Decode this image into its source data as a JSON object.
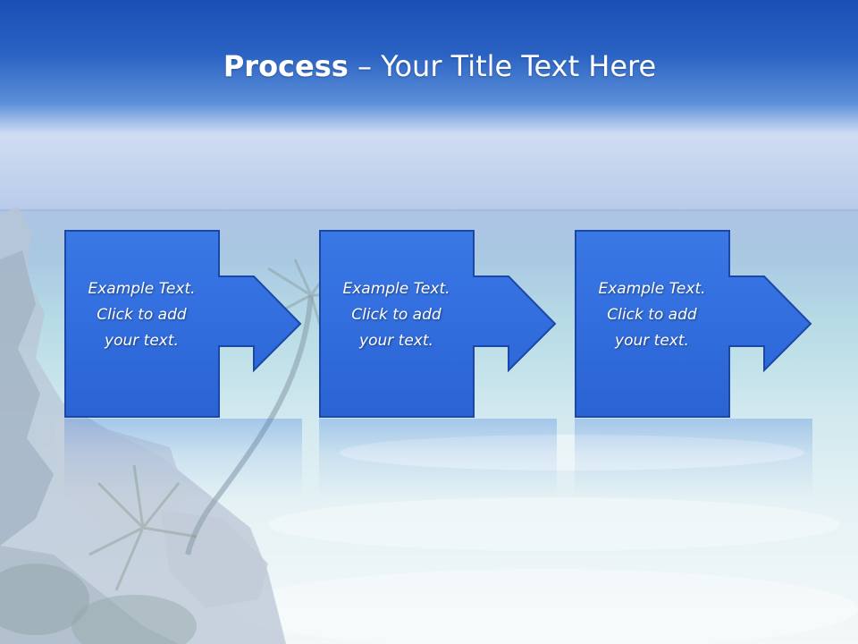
{
  "slide": {
    "title_bold": "Process",
    "title_rest": " – Your Title Text Here",
    "steps": [
      {
        "line1": "Example Text.",
        "line2": "Click  to add",
        "line3": "your text."
      },
      {
        "line1": "Example Text.",
        "line2": "Click  to add",
        "line3": "your text."
      },
      {
        "line1": "Example Text.",
        "line2": "Click  to add",
        "line3": "your text."
      }
    ]
  },
  "colors": {
    "step_fill": "#2e6be0",
    "step_border": "#1a47a8",
    "title_bar": "#1a4fb5"
  },
  "icons": [
    "arrow-right-icon"
  ]
}
